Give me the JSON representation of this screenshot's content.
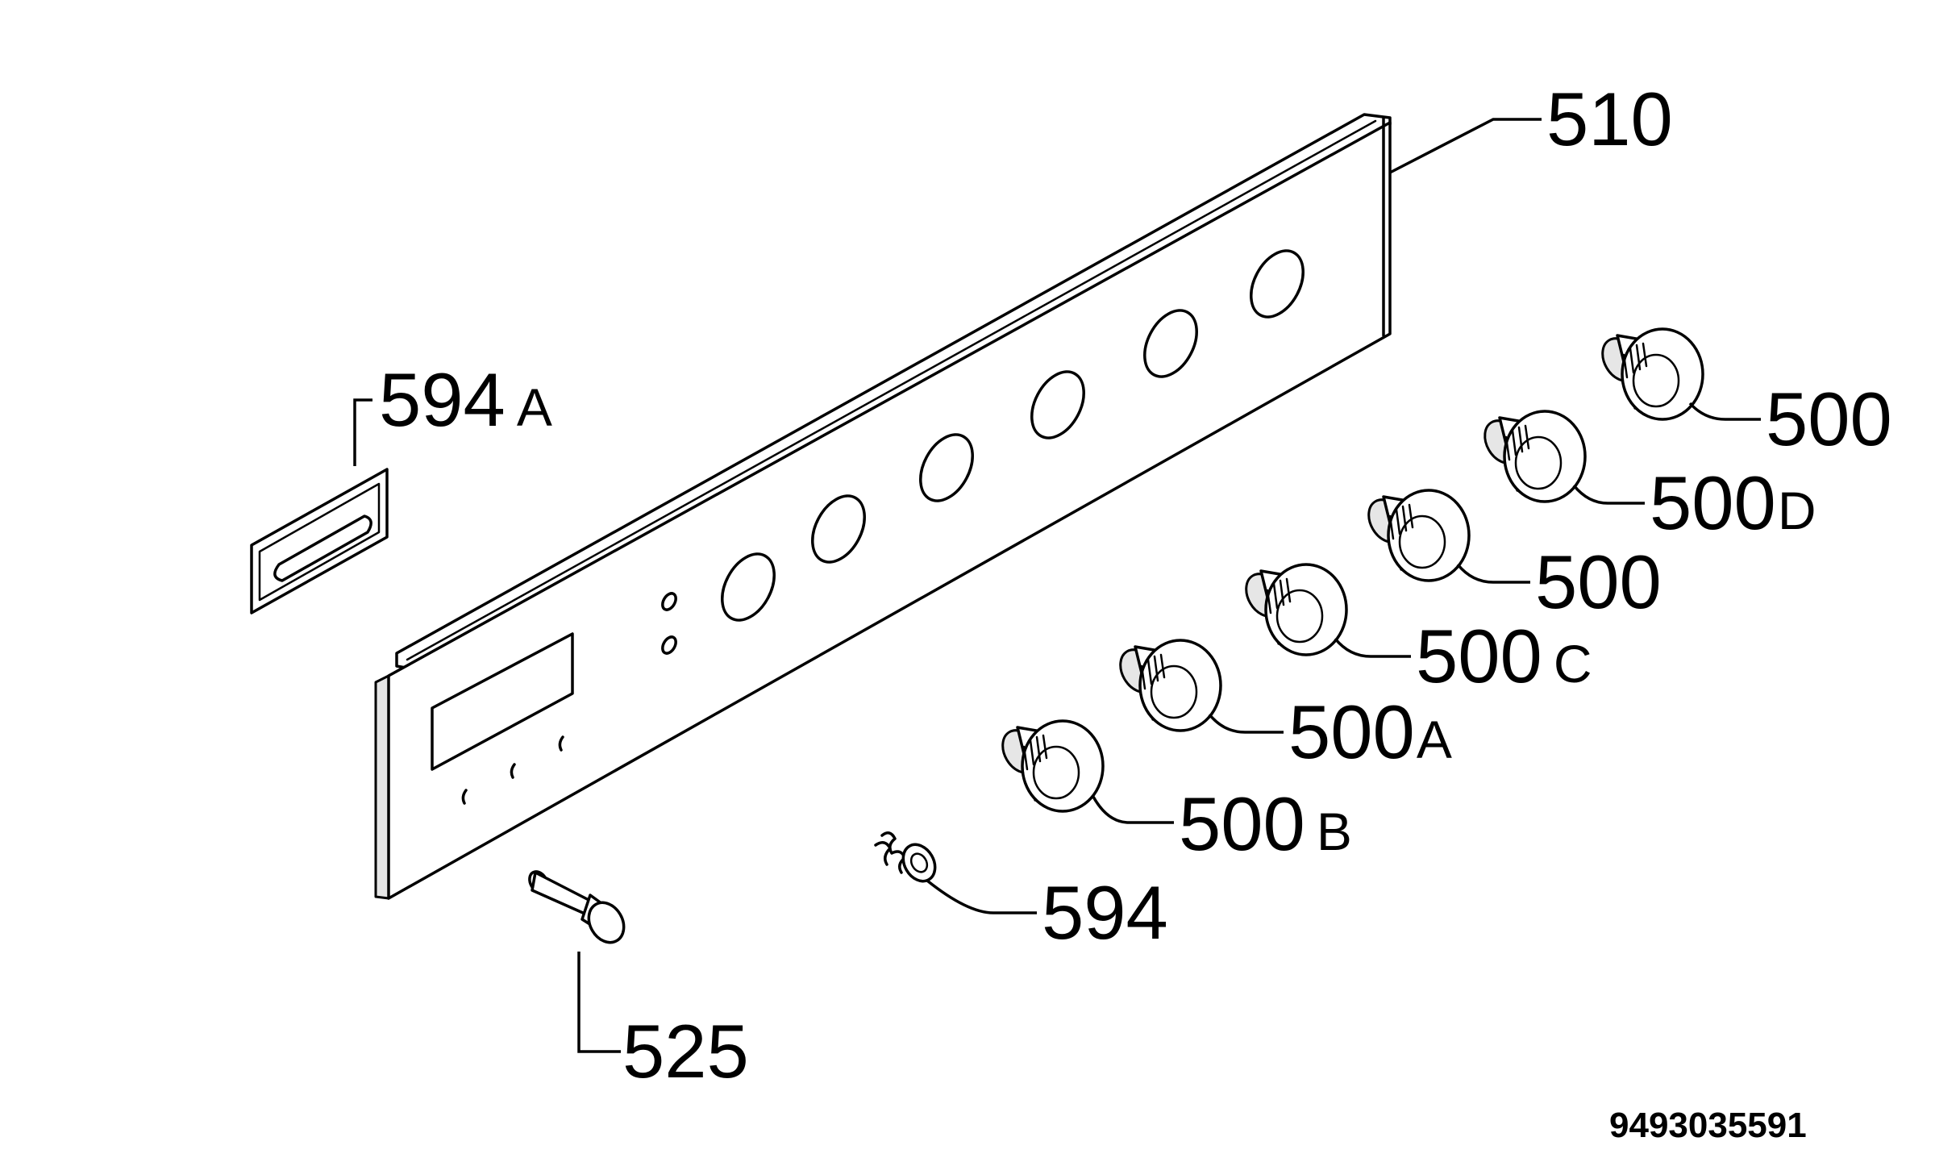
{
  "diagram": {
    "document_number": "9493035591",
    "parts": [
      {
        "id": "panel",
        "number": "510",
        "suffix": ""
      },
      {
        "id": "badge",
        "number": "594",
        "suffix": "A"
      },
      {
        "id": "knob-1",
        "number": "500",
        "suffix": ""
      },
      {
        "id": "knob-2",
        "number": "500",
        "suffix": "D"
      },
      {
        "id": "knob-3",
        "number": "500",
        "suffix": ""
      },
      {
        "id": "knob-4",
        "number": "500",
        "suffix": "C"
      },
      {
        "id": "knob-5",
        "number": "500",
        "suffix": "A"
      },
      {
        "id": "knob-6",
        "number": "500",
        "suffix": "B"
      },
      {
        "id": "spring",
        "number": "594",
        "suffix": ""
      },
      {
        "id": "pin",
        "number": "525",
        "suffix": ""
      }
    ]
  }
}
